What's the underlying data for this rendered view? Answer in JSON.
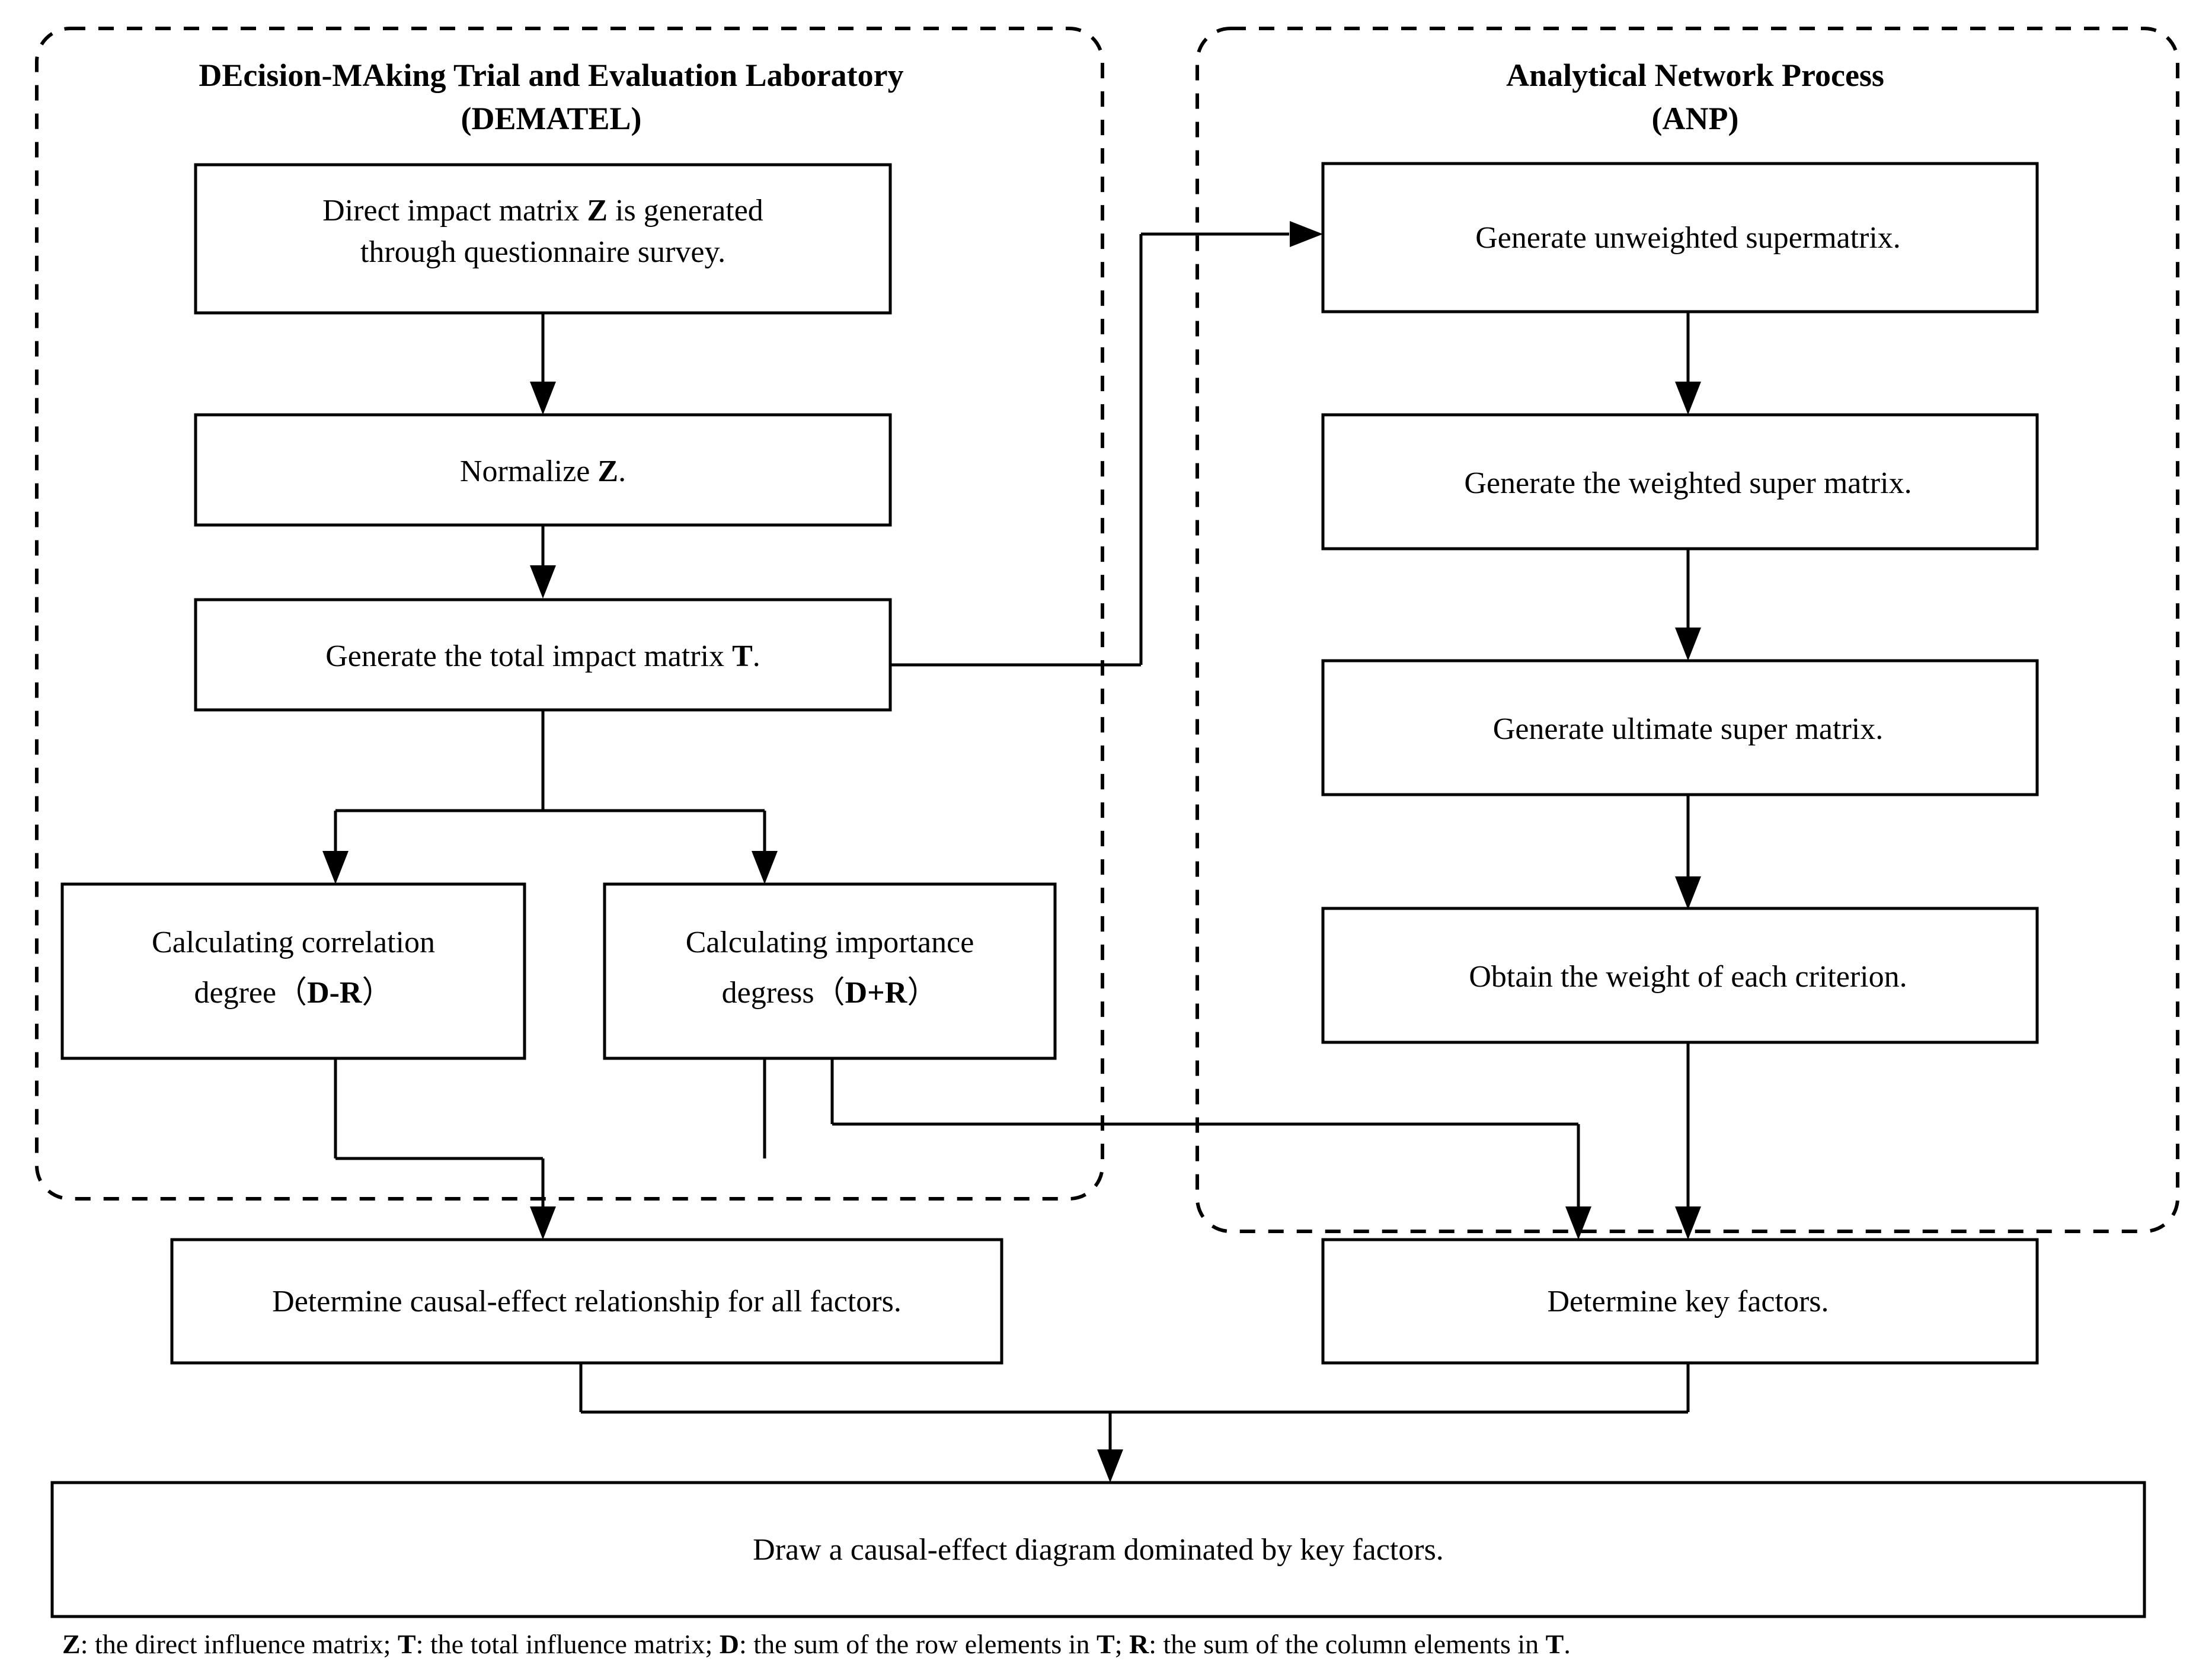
{
  "figure": {
    "type": "flowchart",
    "background": "#ffffff",
    "line_color": "#000000"
  },
  "panels": [
    {
      "id": "dematel",
      "title_line1": "DEcision-MAking Trial and Evaluation Laboratory",
      "title_line2": "(DEMATEL)",
      "border_style": "dashed-rounded"
    },
    {
      "id": "anp",
      "title_line1": "Analytical Network Process",
      "title_line2": "(ANP)",
      "border_style": "dashed-rounded"
    }
  ],
  "nodes": {
    "dematel_1_line1": "Direct impact matrix ",
    "dematel_1_bold": "Z",
    "dematel_1_line1_tail": " is generated",
    "dematel_1_line2": "through questionnaire survey.",
    "dematel_2_pre": "Normalize ",
    "dematel_2_bold": "Z",
    "dematel_2_post": ".",
    "dematel_3_pre": "Generate the total impact matrix ",
    "dematel_3_bold": "T",
    "dematel_3_post": ".",
    "dematel_4_line1": "Calculating correlation",
    "dematel_4_line2_pre": "degree（",
    "dematel_4_line2_bold": "D-R",
    "dematel_4_line2_post": "）",
    "dematel_5_line1": "Calculating importance",
    "dematel_5_line2_pre": "degress（",
    "dematel_5_line2_bold": "D+R",
    "dematel_5_line2_post": "）",
    "anp_1": "Generate unweighted supermatrix.",
    "anp_2": "Generate the weighted super matrix.",
    "anp_3": "Generate ultimate super matrix.",
    "anp_4": "Obtain the weight of each criterion.",
    "outcome_left": "Determine causal-effect relationship for all factors.",
    "outcome_right": "Determine key factors.",
    "final": "Draw a causal-effect diagram dominated by key factors."
  },
  "footnote": {
    "seg1_bold": "Z",
    "seg1_text": ": the direct influence matrix; ",
    "seg2_bold": "T",
    "seg2_text": ": the total influence matrix; ",
    "seg3_bold": "D",
    "seg3_text": ": the sum of the row elements in ",
    "seg4_bold": "T",
    "seg4_text": "; ",
    "seg5_bold": "R",
    "seg5_text": ": the sum of the column elements in ",
    "seg6_bold": "T",
    "seg6_text": "."
  }
}
